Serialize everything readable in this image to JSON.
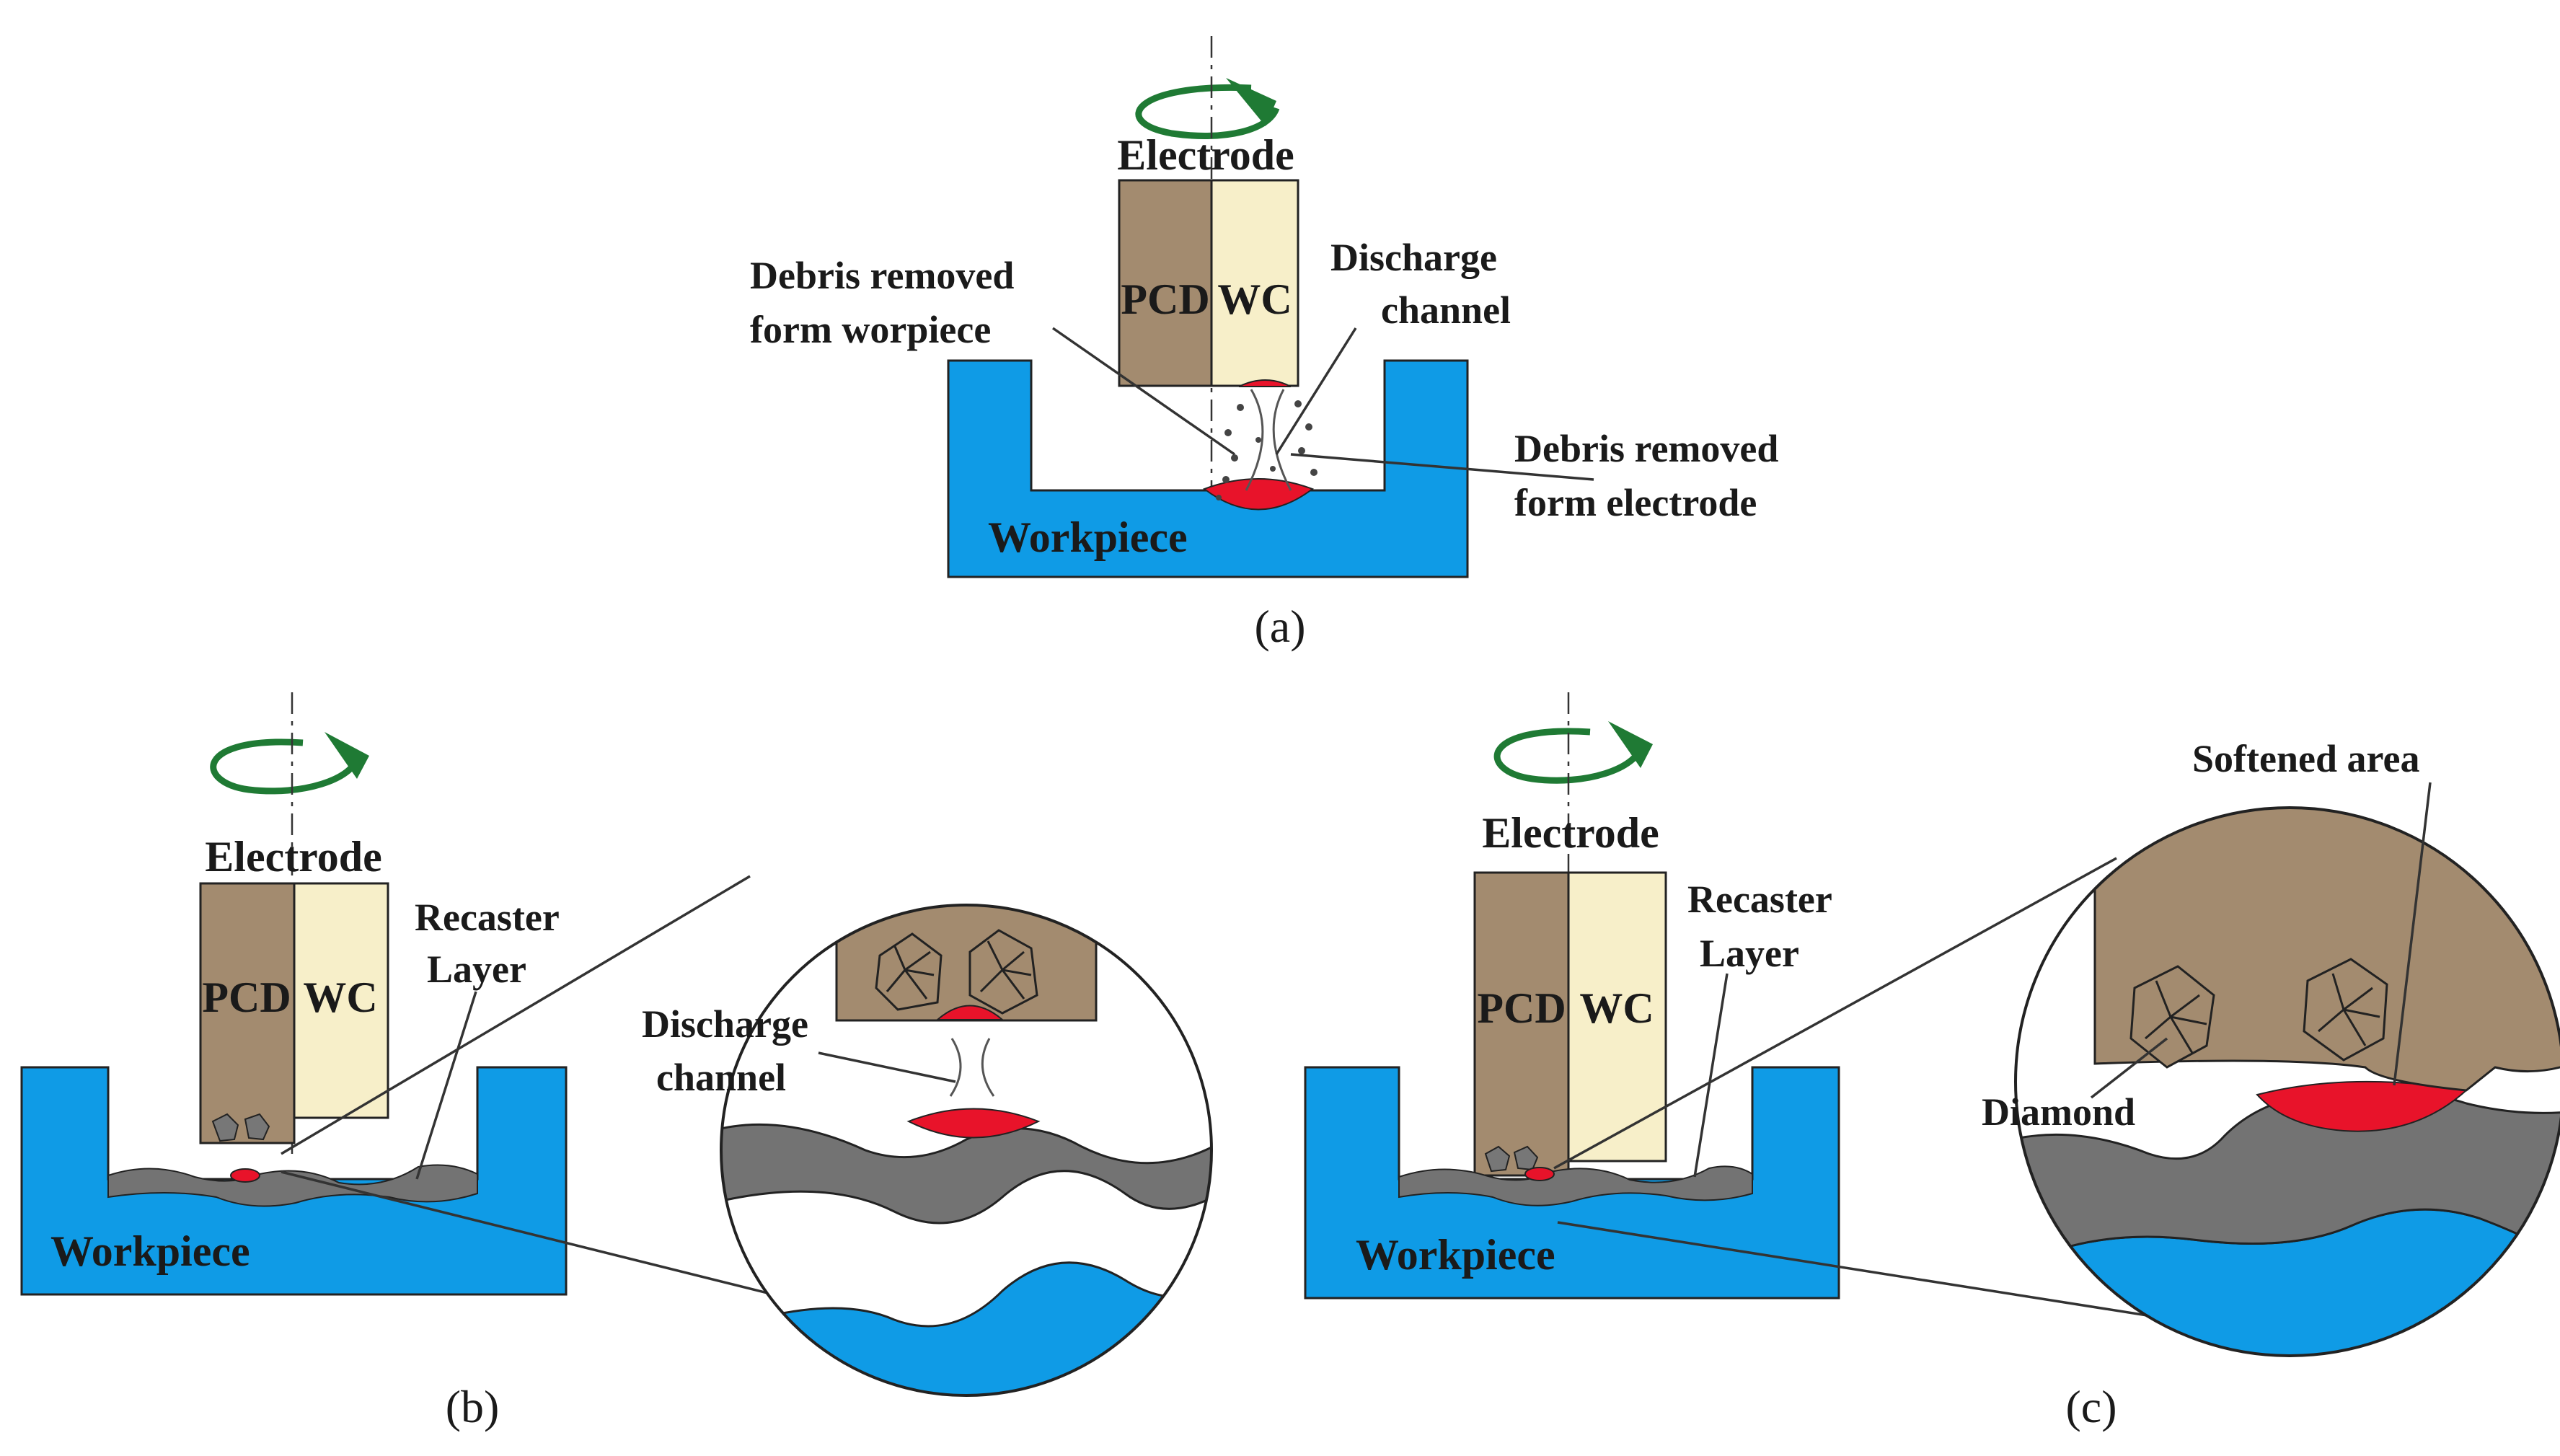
{
  "figure": {
    "panel_a": {
      "caption": "(a)",
      "electrode": "Electrode",
      "pcd": "PCD",
      "wc": "WC",
      "workpiece": "Workpiece",
      "debris_workpiece": [
        "Debris removed",
        "form worpiece"
      ],
      "discharge_channel": [
        "Discharge",
        "channel"
      ],
      "debris_electrode": [
        "Debris removed",
        "form electrode"
      ]
    },
    "panel_b": {
      "caption": "(b)",
      "electrode": "Electrode",
      "pcd": "PCD",
      "wc": "WC",
      "workpiece": "Workpiece",
      "recast_layer": [
        "Recaster",
        "Layer"
      ],
      "discharge_channel": [
        "Discharge",
        "channel"
      ]
    },
    "panel_c": {
      "caption": "(c)",
      "electrode": "Electrode",
      "pcd": "PCD",
      "wc": "WC",
      "workpiece": "Workpiece",
      "recast_layer": [
        "Recaster",
        "Layer"
      ],
      "softened_area": "Softened area",
      "diamond": "Diamond"
    }
  },
  "colors": {
    "workpiece": "#0f9be6",
    "pcd": "#a38b6f",
    "wc": "#f7efc9",
    "recast": "#737373",
    "molten": "#e8132a",
    "rotation_arrow": "#1f7a34"
  }
}
